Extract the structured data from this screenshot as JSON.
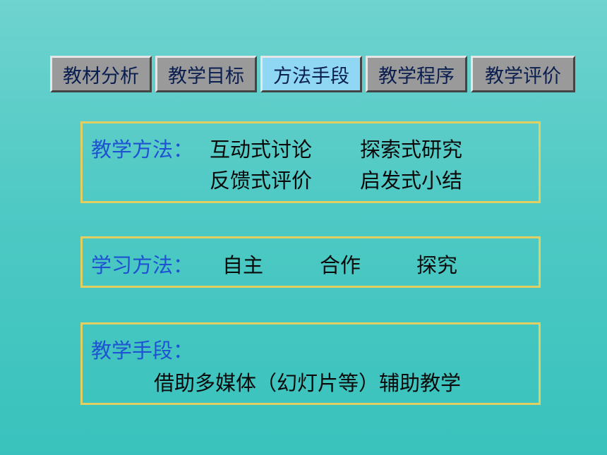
{
  "tabs": [
    {
      "label": "教材分析"
    },
    {
      "label": "教学目标"
    },
    {
      "label": "方法手段"
    },
    {
      "label": "教学程序"
    },
    {
      "label": "教学评价"
    }
  ],
  "teaching_methods": {
    "label": "教学方法：",
    "items": [
      "互动式讨论",
      "探索式研究",
      "反馈式评价",
      "启发式小结"
    ]
  },
  "learning_methods": {
    "label": "学习方法：",
    "items": [
      "自主",
      "合作",
      "探究"
    ]
  },
  "teaching_means": {
    "label": "教学手段：",
    "text": "借助多媒体（幻灯片等）辅助教学"
  },
  "colors": {
    "background": "#4fc9c4",
    "label_blue": "#1f52d2",
    "box_border": "#e2cf62",
    "active_tab": "#8fd7f3",
    "inactive_tab": "#9a9a9a"
  }
}
